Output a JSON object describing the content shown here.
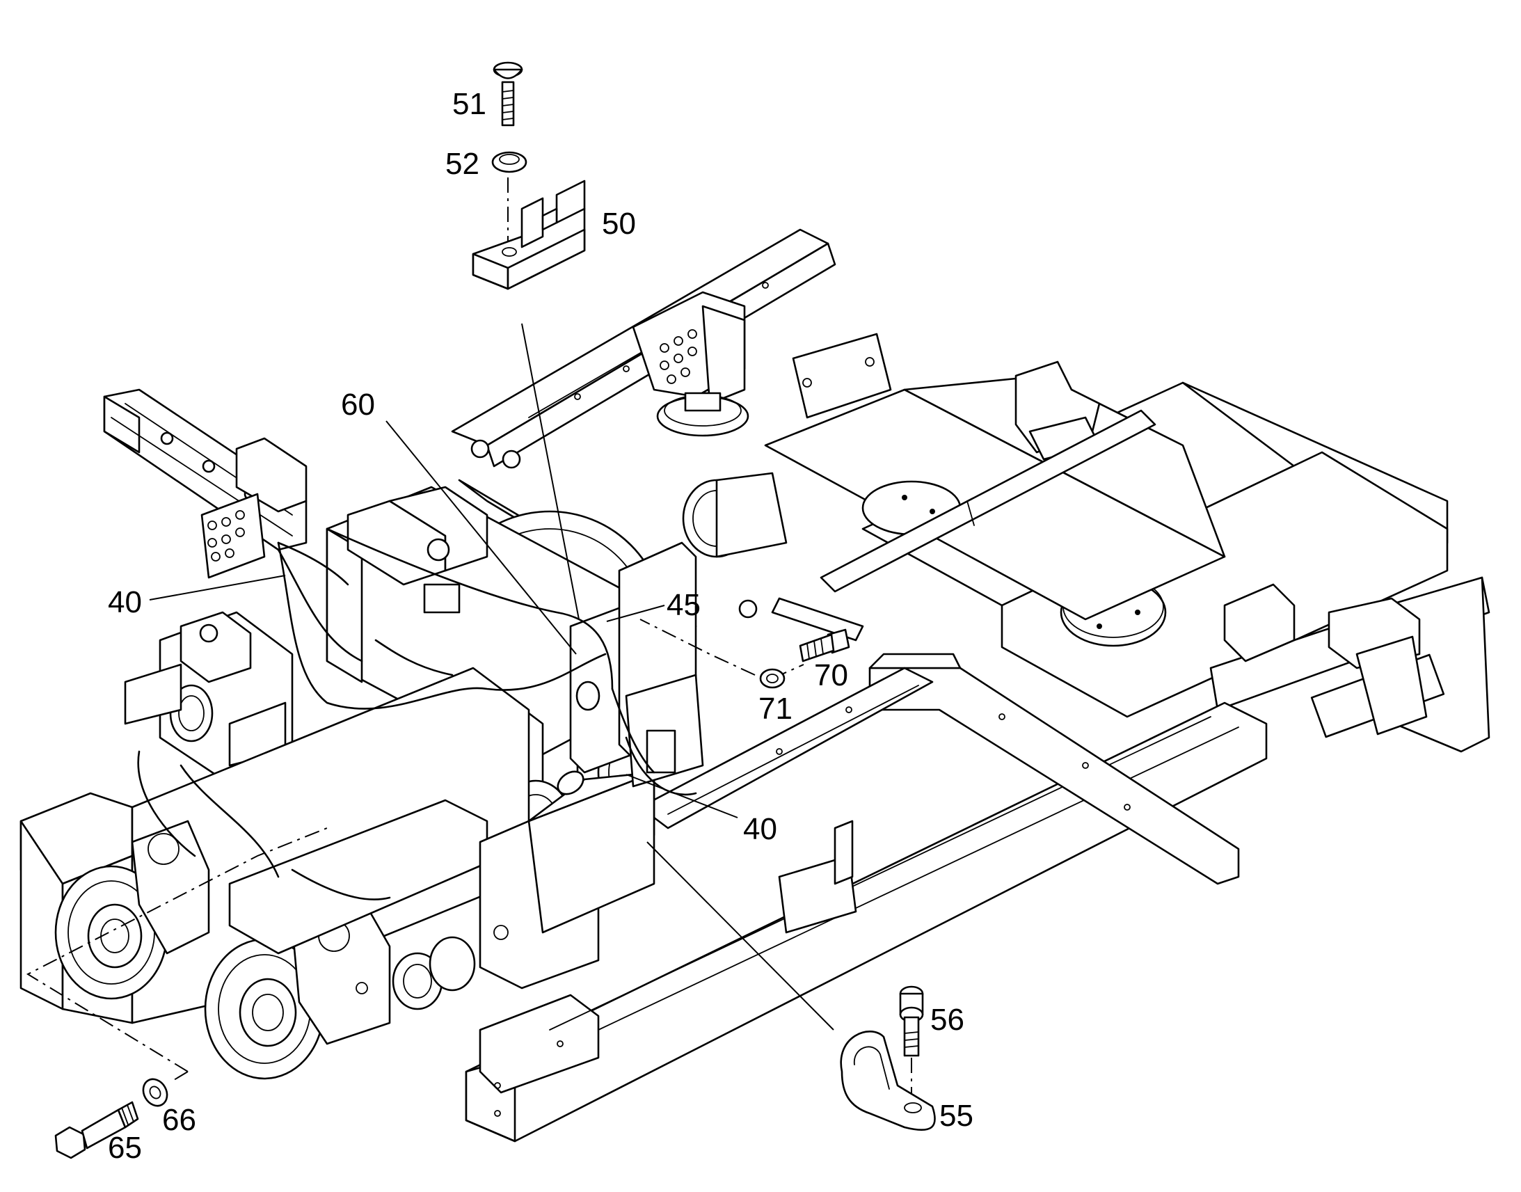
{
  "callouts": [
    {
      "id": "c51",
      "text": "51"
    },
    {
      "id": "c52",
      "text": "52"
    },
    {
      "id": "c50",
      "text": "50"
    },
    {
      "id": "c60",
      "text": "60"
    },
    {
      "id": "c40a",
      "text": "40"
    },
    {
      "id": "c45",
      "text": "45"
    },
    {
      "id": "c70",
      "text": "70"
    },
    {
      "id": "c71",
      "text": "71"
    },
    {
      "id": "c40b",
      "text": "40"
    },
    {
      "id": "c56",
      "text": "56"
    },
    {
      "id": "c55",
      "text": "55"
    },
    {
      "id": "c65",
      "text": "65"
    },
    {
      "id": "c66",
      "text": "66"
    }
  ]
}
